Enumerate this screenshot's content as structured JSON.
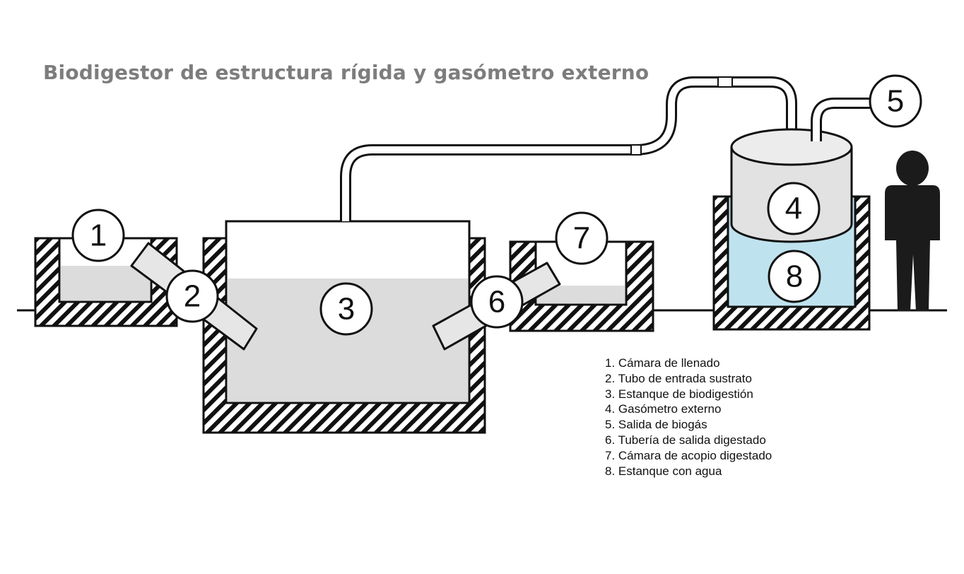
{
  "title": "Biodigestor de estructura rígida y gasómetro externo",
  "components": [
    {
      "id": "1",
      "name": "Cámara de llenado"
    },
    {
      "id": "2",
      "name": "Tubo de entrada sustrato"
    },
    {
      "id": "3",
      "name": "Estanque de biodigestión"
    },
    {
      "id": "4",
      "name": "Gasómetro externo"
    },
    {
      "id": "5",
      "name": "Salida de biogás"
    },
    {
      "id": "6",
      "name": "Tubería de salida digestado"
    },
    {
      "id": "7",
      "name": "Cámara de acopio digestado"
    },
    {
      "id": "8",
      "name": "Estanque con agua"
    }
  ],
  "legend": [
    "1. Cámara de llenado",
    "2. Tubo de entrada sustrato",
    "3. Estanque de biodigestión",
    "4. Gasómetro externo",
    "5. Salida de biogás",
    "6. Tubería de salida digestado",
    "7. Cámara de acopio digestado",
    "8. Estanque con agua"
  ],
  "colors": {
    "outline": "#111111",
    "substrate": "#dcdcdc",
    "gasometer": "#e2e2e2",
    "water": "#bfe3ee",
    "person": "#1b1b1b",
    "title": "#7d7d7d"
  }
}
